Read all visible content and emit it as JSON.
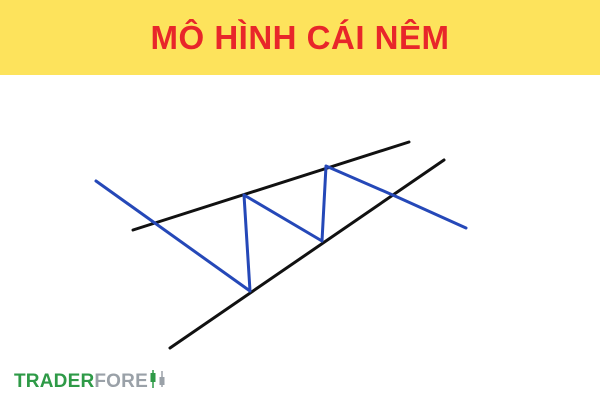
{
  "header": {
    "title": "MÔ HÌNH CÁI NÊM",
    "background_color": "#fde35c",
    "text_color": "#e8262a"
  },
  "diagram": {
    "pattern": "rising wedge",
    "trendline_color": "#111111",
    "price_path_color": "#2548b8"
  },
  "logo": {
    "text": "TRADERFOREX",
    "part_a": "TRADER",
    "part_b": "FORE",
    "part_a_color": "#2e9a47",
    "part_b_color": "#9aa1a8",
    "candle_icon": "candlestick-x-icon"
  }
}
